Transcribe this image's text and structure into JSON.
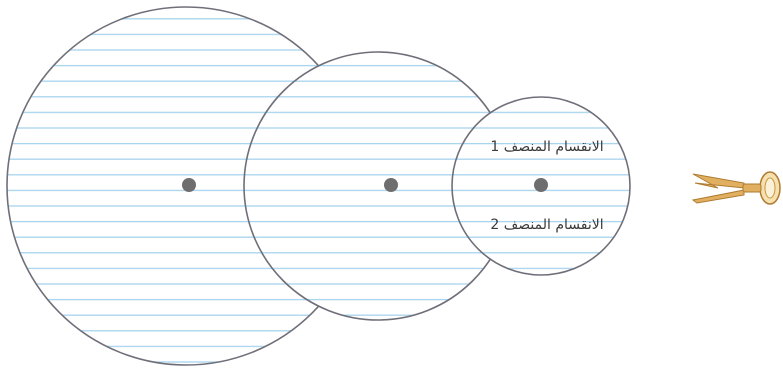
{
  "diagram": {
    "labels": {
      "division_1": "الانقسام المنصف 1",
      "division_2": "الانقسام المنصف 2"
    },
    "colors": {
      "background": "#ffffff",
      "circle_fill": "#ffffff",
      "circle_stroke": "#6f6f7a",
      "stripe": "#a8d4ee",
      "dot": "#6e6e6e",
      "tool_gold": "#e0b060",
      "tool_outline": "#b07a30",
      "tool_light": "#f5e1b0"
    },
    "icons": {
      "dot": "center-dot",
      "tool": "scissors-icon"
    }
  }
}
